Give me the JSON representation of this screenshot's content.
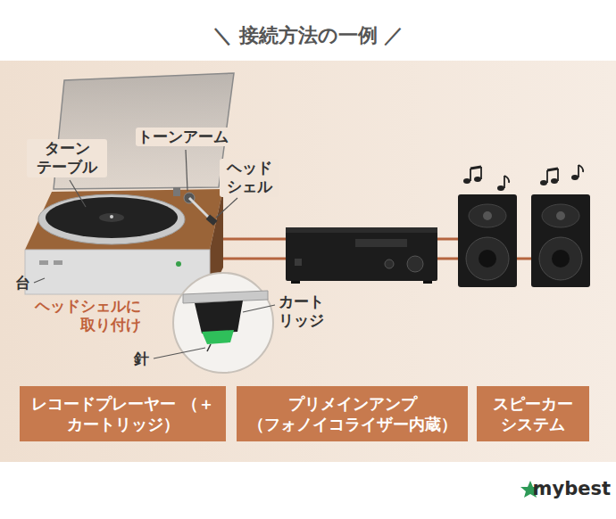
{
  "diagram": {
    "title": "＼ 接続方法の一例 ／",
    "nodes": [
      {
        "text": [
          "レコードプレーヤー （＋カートリッジ）"
        ]
      },
      {
        "text": [
          "プリメインアンプ （フォノイコライザー内蔵）"
        ]
      },
      {
        "text": [
          "スピーカー システム"
        ]
      }
    ],
    "labels": [
      "ターン テーブル",
      "トーンアーム",
      "ヘッド シェル",
      "台",
      "ヘッドシェルに 取り付け",
      "カート リッジ",
      "針",
      "mybest"
    ]
  }
}
